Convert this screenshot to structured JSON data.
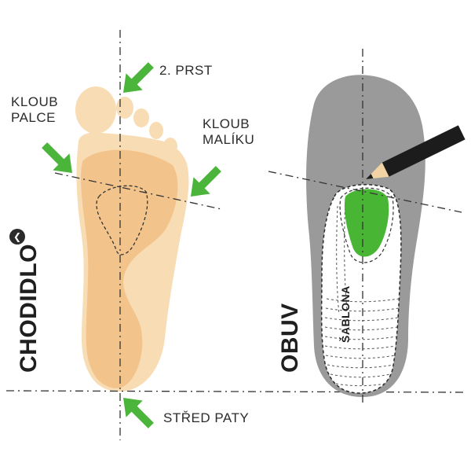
{
  "labels": {
    "second_toe": "2. PRST",
    "big_toe_joint_line1": "KLOUB",
    "big_toe_joint_line2": "PALCE",
    "little_toe_joint_line1": "KLOUB",
    "little_toe_joint_line2": "MALÍKU",
    "heel_center": "STŘED PATY",
    "sole": "CHODIDLO",
    "shoe": "OBUV",
    "template": "ŠABLONA"
  },
  "icons": {
    "back": "chevron-left-icon"
  },
  "colors": {
    "foot": "#f7dcb4",
    "foot_inner": "#f2c48c",
    "arrow": "#4bb43a",
    "shoe": "#9a9a9a",
    "insole": "#ffffff",
    "highlight": "#48b534",
    "pencil": "#1c1c1c",
    "pencil_wood": "#f2d3a4",
    "guide": "#333333"
  }
}
